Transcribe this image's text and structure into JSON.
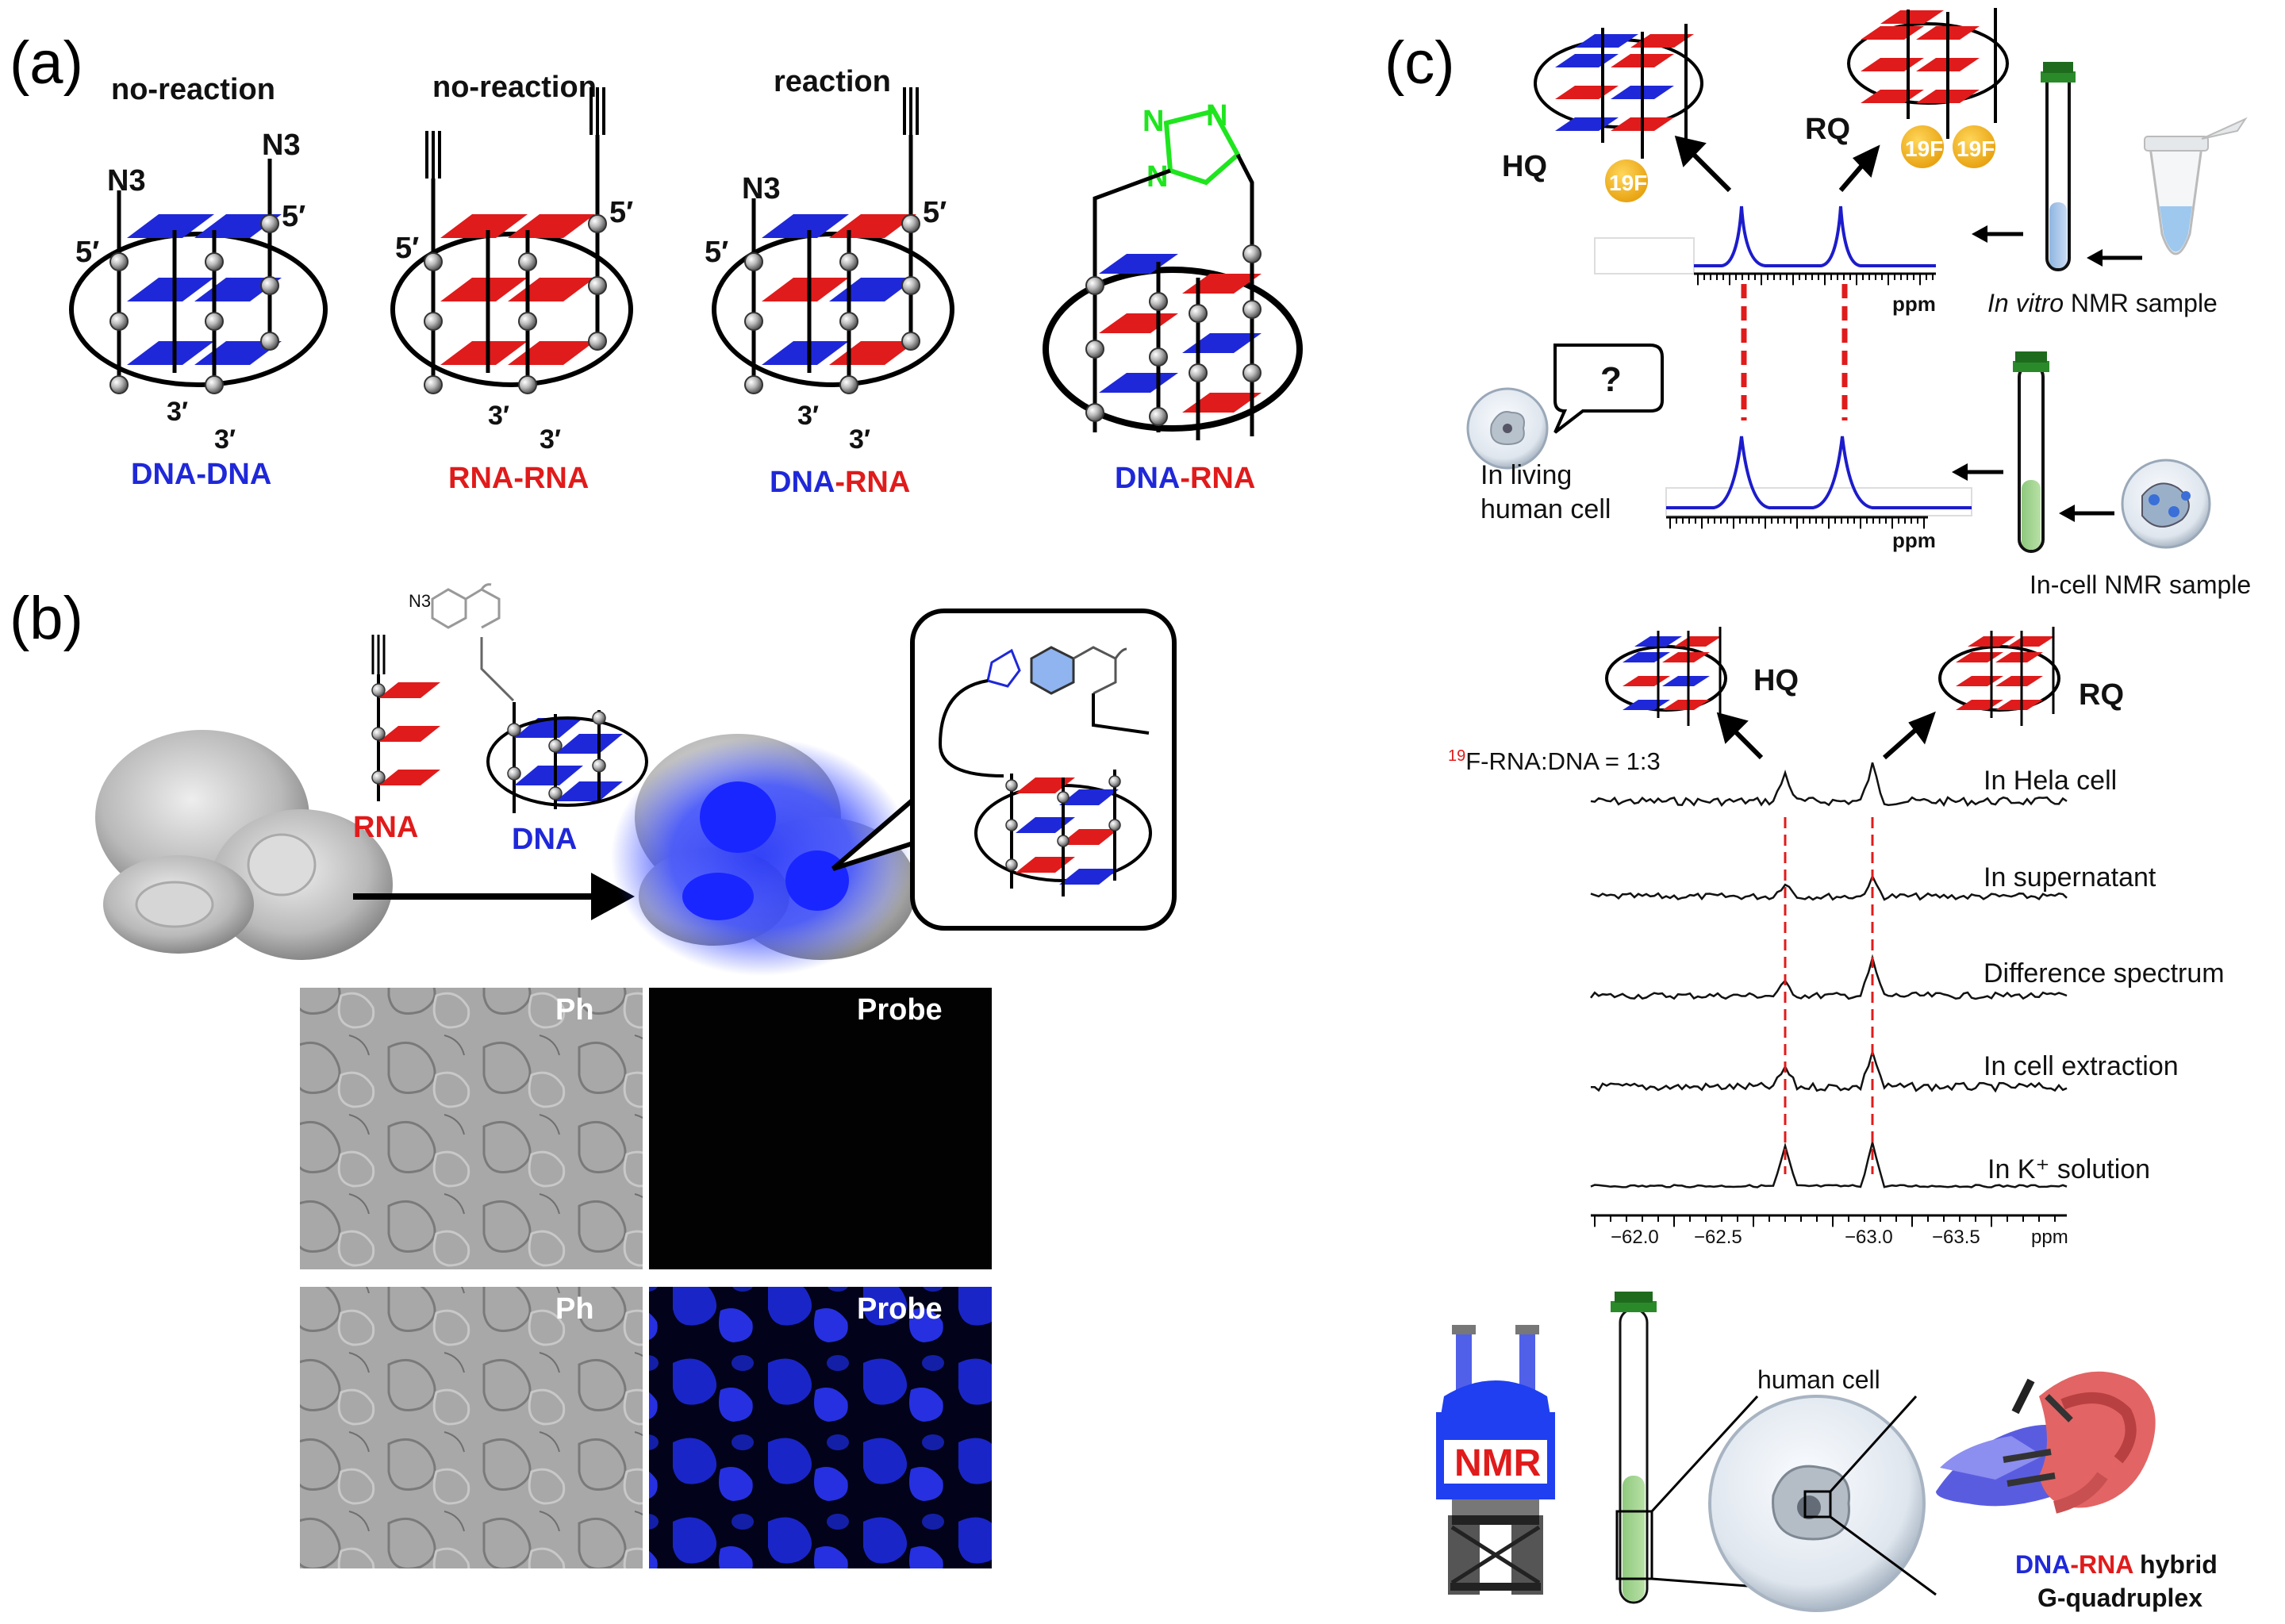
{
  "panels": {
    "a": "(a)",
    "b": "(b)",
    "c": "(c)"
  },
  "panel_a": {
    "items": [
      {
        "caption": "no-reaction",
        "label1": "DNA",
        "sep": "-",
        "label2": "DNA",
        "end_left": "N3",
        "end_right": "N3",
        "five_left": "5′",
        "five_right": "5′",
        "three_left": "3′",
        "three_right": "3′"
      },
      {
        "caption": "no-reaction",
        "label1": "RNA",
        "sep": "-",
        "label2": "RNA",
        "five_left": "5′",
        "five_right": "5′",
        "three_left": "3′",
        "three_right": "3′"
      },
      {
        "caption": "reaction",
        "label1": "DNA",
        "sep": "-",
        "label2": "RNA",
        "end_left": "N3",
        "five_left": "5′",
        "five_right": "5′",
        "three_left": "3′",
        "three_right": "3′"
      },
      {
        "caption": "",
        "label1": "DNA",
        "sep": "-",
        "label2": "RNA",
        "triazole": [
          "N",
          "N",
          "N"
        ]
      }
    ]
  },
  "panel_b": {
    "rna_label": "RNA",
    "dna_label": "DNA",
    "azide": "N3",
    "micrographs": [
      {
        "left": "Ph",
        "right": "Probe"
      },
      {
        "left": "Ph",
        "right": "Probe"
      }
    ]
  },
  "panel_c": {
    "hq": "HQ",
    "rq": "RQ",
    "f19": "19F",
    "ppm": "ppm",
    "question": "?",
    "in_vitro_prefix": "In vitro",
    "in_vitro_suffix": " NMR sample",
    "in_living_1": "In living",
    "in_living_2": "human cell",
    "in_cell_sample": "In-cell  NMR sample",
    "ratio_label_prefix": "19",
    "ratio_label_suffix": "F-RNA:DNA = 1:3",
    "spectra_labels": [
      "In Hela cell",
      "In supernatant",
      "Difference spectrum",
      "In cell extraction",
      "In K⁺ solution"
    ],
    "x_ticks": [
      "−62.0",
      "−62.5",
      "−63.0",
      "−63.5",
      "ppm"
    ],
    "nmr": "NMR",
    "human_cell": "human cell",
    "hybrid_1a": "DNA",
    "hybrid_1b": "-",
    "hybrid_1c": "RNA",
    "hybrid_1d": " hybrid",
    "hybrid_2": "G-quadruplex"
  },
  "colors": {
    "dna": "#1f28d8",
    "rna": "#e01b1b",
    "triazole": "#1ee51e",
    "spectrum": "#1c1ccc",
    "fluorine": "#f2b81c",
    "dashed": "#e01b1b"
  }
}
